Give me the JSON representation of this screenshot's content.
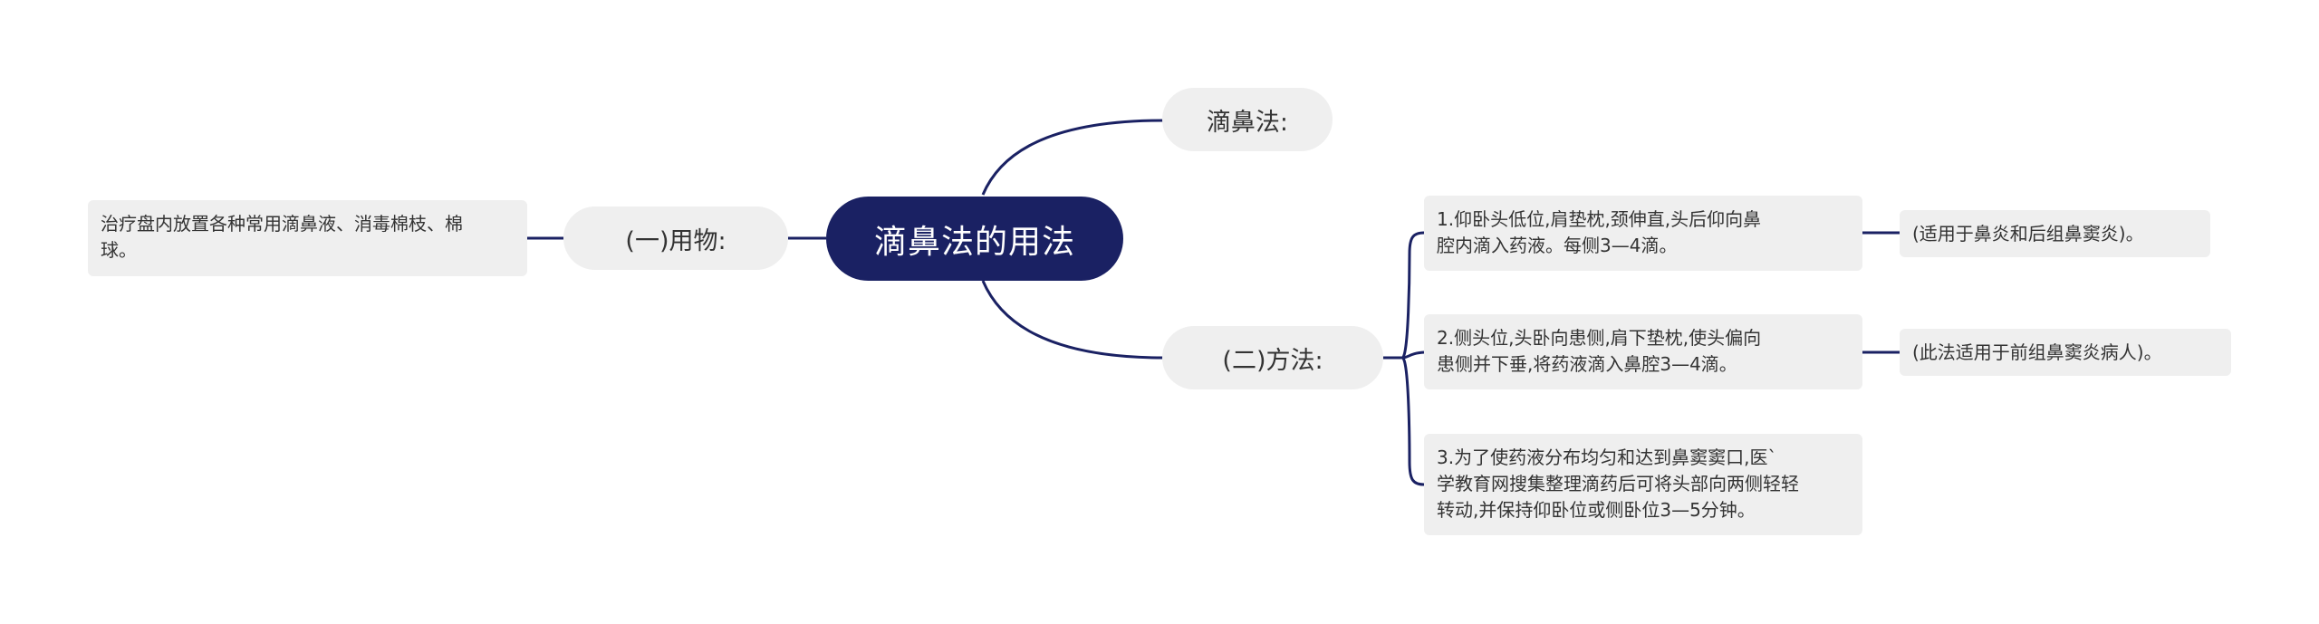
{
  "root": {
    "label": "滴鼻法的用法"
  },
  "branches": {
    "nasal_drip": {
      "label": "滴鼻法:"
    },
    "supplies": {
      "label": "(一)用物:",
      "leaf": "治疗盘内放置各种常用滴鼻液、消毒棉枝、棉\n球。"
    },
    "method": {
      "label": "(二)方法:",
      "steps": [
        {
          "text": "1.仰卧头低位,肩垫枕,颈伸直,头后仰向鼻\n腔内滴入药液。每侧3—4滴。",
          "note": "(适用于鼻炎和后组鼻窦炎)。"
        },
        {
          "text": "2.侧头位,头卧向患侧,肩下垫枕,使头偏向\n患侧并下垂,将药液滴入鼻腔3—4滴。",
          "note": "(此法适用于前组鼻窦炎病人)。"
        },
        {
          "text": "3.为了使药液分布均匀和达到鼻窦窦口,医`\n学教育网搜集整理滴药后可将头部向两侧轻轻\n转动,并保持仰卧位或侧卧位3—5分钟。"
        }
      ]
    }
  },
  "colors": {
    "root_fill": "#1a2163",
    "connector": "#1a2163",
    "node_fill": "#efefef",
    "text": "#333333"
  }
}
